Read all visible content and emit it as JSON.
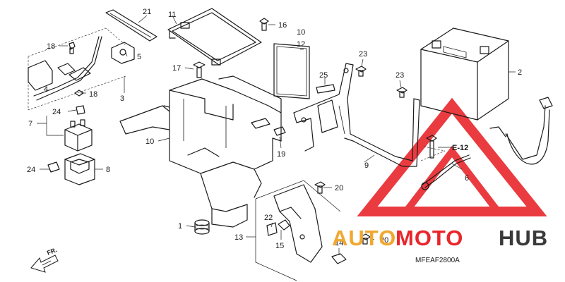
{
  "callouts": [
    {
      "id": "c21",
      "text": "21"
    },
    {
      "id": "c11",
      "text": "11"
    },
    {
      "id": "c16",
      "text": "16"
    },
    {
      "id": "c10a",
      "text": "10"
    },
    {
      "id": "c12",
      "text": "12"
    },
    {
      "id": "c18a",
      "text": "18"
    },
    {
      "id": "c5",
      "text": "5"
    },
    {
      "id": "c4",
      "text": "4"
    },
    {
      "id": "c3",
      "text": "3"
    },
    {
      "id": "c18b",
      "text": "18"
    },
    {
      "id": "c17",
      "text": "17"
    },
    {
      "id": "c23a",
      "text": "23"
    },
    {
      "id": "c23b",
      "text": "23"
    },
    {
      "id": "c2",
      "text": "2"
    },
    {
      "id": "c25",
      "text": "25"
    },
    {
      "id": "c24a",
      "text": "24"
    },
    {
      "id": "c7",
      "text": "7"
    },
    {
      "id": "c10b",
      "text": "10"
    },
    {
      "id": "c19",
      "text": "19"
    },
    {
      "id": "c9",
      "text": "9"
    },
    {
      "id": "c6",
      "text": "6"
    },
    {
      "id": "c24b",
      "text": "24"
    },
    {
      "id": "c8",
      "text": "8"
    },
    {
      "id": "c20a",
      "text": "20"
    },
    {
      "id": "c1",
      "text": "1"
    },
    {
      "id": "c13",
      "text": "13"
    },
    {
      "id": "c22",
      "text": "22"
    },
    {
      "id": "c15",
      "text": "15"
    },
    {
      "id": "c14",
      "text": "14"
    },
    {
      "id": "c20b",
      "text": "20"
    }
  ],
  "reference": {
    "label": "E-12"
  },
  "front_marker": {
    "label": "FR."
  },
  "diagram_code": "MFEAF2800A",
  "watermark": {
    "word_a": "AUTO",
    "word_b": "MOTO",
    "word_c": "HUB",
    "accent_color": "#e8262c",
    "secondary_color": "#f0a830",
    "dark_color": "#3a3a3a"
  }
}
